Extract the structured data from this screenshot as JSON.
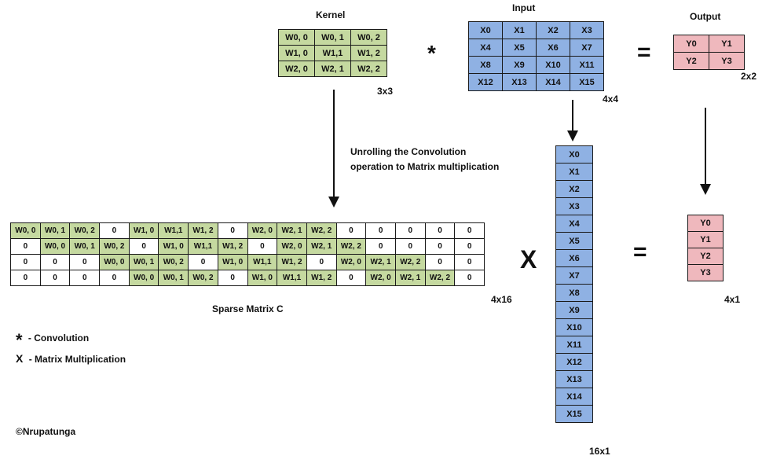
{
  "labels": {
    "kernel_title": "Kernel",
    "input_title": "Input",
    "output_title": "Output",
    "kernel_size": "3x3",
    "input_size": "4x4",
    "output_size": "2x2",
    "unroll_line1": "Unrolling the Convolution",
    "unroll_line2": "operation to Matrix multiplication",
    "sparse_title": "Sparse Matrix C",
    "sparse_size": "4x16",
    "vec_size": "16x1",
    "yvec_size": "4x1",
    "copyright": "©Nrupatunga"
  },
  "operators": {
    "conv": "*",
    "equals": "=",
    "times": "X"
  },
  "legend": [
    {
      "symbol": "*",
      "text": "- Convolution"
    },
    {
      "symbol": "X",
      "text": "-  Matrix Multiplication"
    }
  ],
  "kernel": [
    [
      "W0, 0",
      "W0, 1",
      "W0, 2"
    ],
    [
      "W1, 0",
      "W1,1",
      "W1, 2"
    ],
    [
      "W2, 0",
      "W2, 1",
      "W2, 2"
    ]
  ],
  "input": [
    [
      "X0",
      "X1",
      "X2",
      "X3"
    ],
    [
      "X4",
      "X5",
      "X6",
      "X7"
    ],
    [
      "X8",
      "X9",
      "X10",
      "X11"
    ],
    [
      "X12",
      "X13",
      "X14",
      "X15"
    ]
  ],
  "output": [
    [
      "Y0",
      "Y1"
    ],
    [
      "Y2",
      "Y3"
    ]
  ],
  "sparse": [
    [
      "W0, 0",
      "W0, 1",
      "W0, 2",
      "0",
      "W1, 0",
      "W1,1",
      "W1, 2",
      "0",
      "W2, 0",
      "W2, 1",
      "W2, 2",
      "0",
      "0",
      "0",
      "0",
      "0"
    ],
    [
      "0",
      "W0, 0",
      "W0, 1",
      "W0, 2",
      "0",
      "W1, 0",
      "W1,1",
      "W1, 2",
      "0",
      "W2, 0",
      "W2, 1",
      "W2, 2",
      "0",
      "0",
      "0",
      "0"
    ],
    [
      "0",
      "0",
      "0",
      "W0, 0",
      "W0, 1",
      "W0, 2",
      "0",
      "W1, 0",
      "W1,1",
      "W1, 2",
      "0",
      "W2, 0",
      "W2, 1",
      "W2, 2",
      "0",
      "0"
    ],
    [
      "0",
      "0",
      "0",
      "0",
      "W0, 0",
      "W0, 1",
      "W0, 2",
      "0",
      "W1, 0",
      "W1,1",
      "W1, 2",
      "0",
      "W2, 0",
      "W2, 1",
      "W2, 2",
      "0"
    ]
  ],
  "sparse_white_cells": [
    [
      3,
      7,
      11,
      12,
      13,
      14,
      15
    ],
    [
      0,
      4,
      8,
      12,
      13,
      14,
      15
    ],
    [
      0,
      1,
      2,
      6,
      10,
      14,
      15
    ],
    [
      0,
      1,
      2,
      3,
      7,
      11,
      15
    ]
  ],
  "input_vector": [
    "X0",
    "X1",
    "X2",
    "X3",
    "X4",
    "X5",
    "X6",
    "X7",
    "X8",
    "X9",
    "X10",
    "X11",
    "X12",
    "X13",
    "X14",
    "X15"
  ],
  "output_vector": [
    "Y0",
    "Y1",
    "Y2",
    "Y3"
  ],
  "colors": {
    "kernel_green": "#c5d9a0",
    "input_blue": "#8fb1e3",
    "output_pink": "#efb8bd",
    "border": "#1a1a1a"
  }
}
